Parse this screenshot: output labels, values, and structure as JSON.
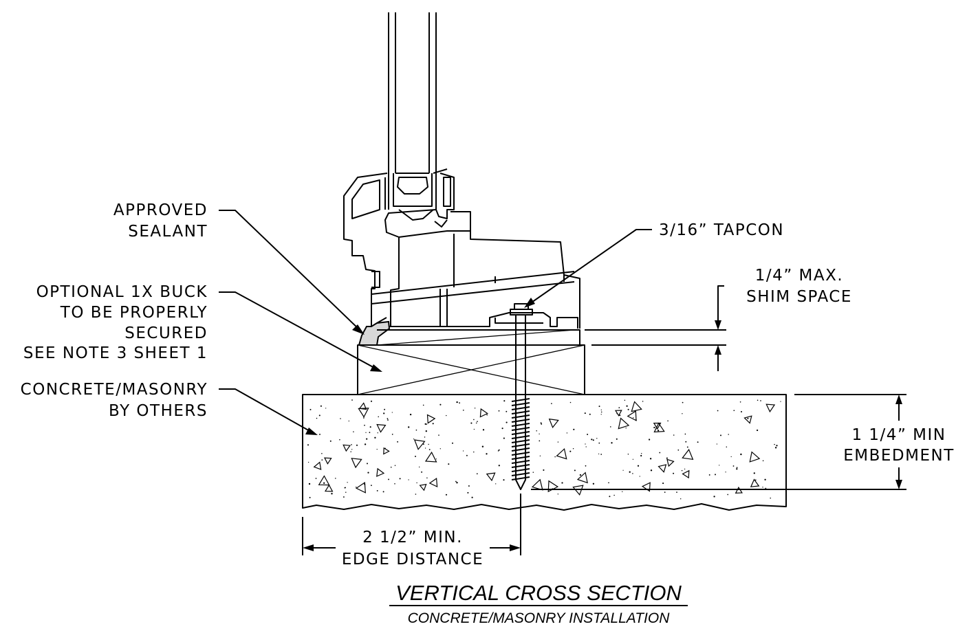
{
  "labels": {
    "sealant": [
      "APPROVED",
      "SEALANT"
    ],
    "buck": [
      "OPTIONAL 1X BUCK",
      "TO BE PROPERLY",
      "SECURED",
      "SEE NOTE 3 SHEET 1"
    ],
    "concrete": [
      "CONCRETE/MASONRY",
      "BY OTHERS"
    ],
    "tapcon": "3/16” TAPCON",
    "shim": [
      "1/4” MAX.",
      "SHIM SPACE"
    ],
    "embedment": [
      "1 1/4” MIN",
      "EMBEDMENT"
    ],
    "edge": [
      "2 1/2” MIN.",
      "EDGE DISTANCE"
    ]
  },
  "title": "VERTICAL CROSS SECTION",
  "subtitle": "CONCRETE/MASONRY INSTALLATION",
  "colors": {
    "ink": "#000000",
    "background": "#ffffff"
  }
}
